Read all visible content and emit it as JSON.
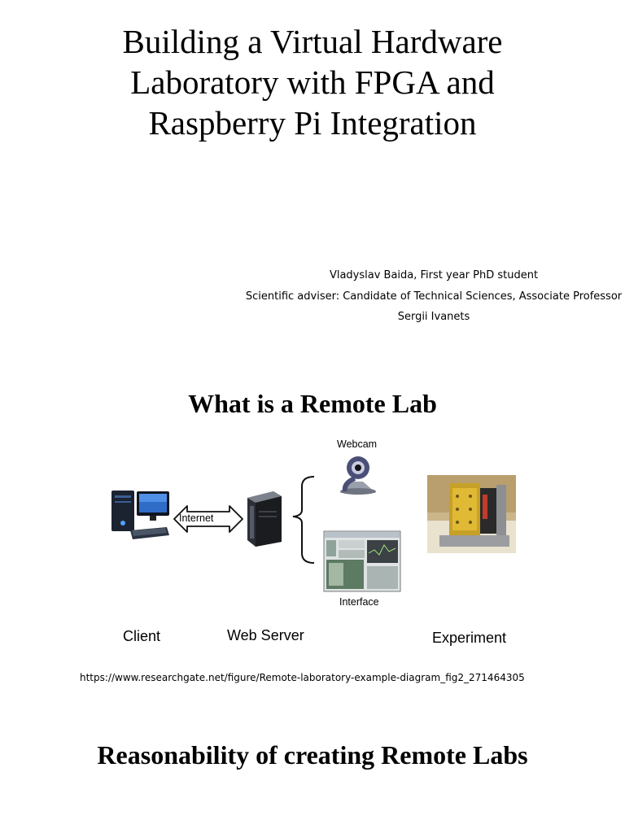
{
  "title": {
    "line1": "Building a Virtual Hardware",
    "line2": "Laboratory with FPGA and",
    "line3": "Raspberry Pi Integration"
  },
  "authors": {
    "line1": "Vladyslav Baida, First year PhD student",
    "line2": "Scientific adviser: Candidate of Technical Sciences, Associate Professor",
    "line3": "Sergii Ivanets"
  },
  "section1": {
    "heading": "What is a Remote Lab"
  },
  "diagram": {
    "internet_label": "Internet",
    "webcam_label": "Webcam",
    "interface_label": "Interface",
    "client_label": "Client",
    "webserver_label": "Web Server",
    "experiment_label": "Experiment"
  },
  "source_url": "https://www.researchgate.net/figure/Remote-laboratory-example-diagram_fig2_271464305",
  "section2": {
    "heading": "Reasonability of creating Remote Labs"
  }
}
